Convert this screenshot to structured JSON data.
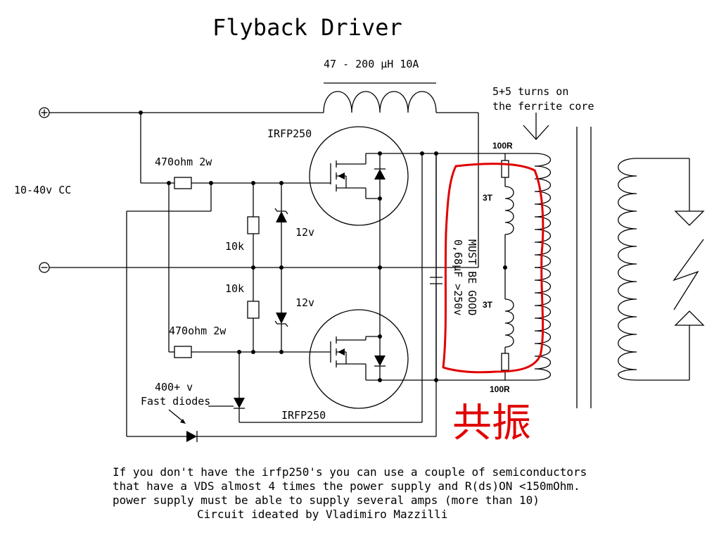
{
  "title": "Flyback Driver",
  "labels": {
    "inductor": "47 - 200 µH 10A",
    "primary_note_1": "5+5 turns on",
    "primary_note_2": "the ferrite core",
    "mosfet_top": "IRFP250",
    "mosfet_bottom": "IRFP250",
    "supply": "10-40v CC",
    "res_top": "470ohm 2w",
    "res_bottom": "470ohm 2w",
    "zener_top": "12v",
    "zener_bottom": "12v",
    "res_10k_top": "10k",
    "res_10k_bottom": "10k",
    "diodes_1": "400+ v",
    "diodes_2": "Fast diodes",
    "cap_1": "0,68µF >250v",
    "cap_2": "MUST BE GOOD",
    "r100_top": "100R",
    "r100_bottom": "100R",
    "turns_top": "3T",
    "turns_bottom": "3T",
    "plus": "+",
    "minus": "−"
  },
  "annotation_cjk": "共振",
  "notes": [
    "If you don't have the irfp250's you can use a couple of semiconductors",
    "that have a VDS almost 4 times the power supply and R(ds)ON <150mOhm.",
    "power supply must be able to supply several amps (more than 10)",
    "Circuit ideated by Vladimiro Mazzilli"
  ]
}
